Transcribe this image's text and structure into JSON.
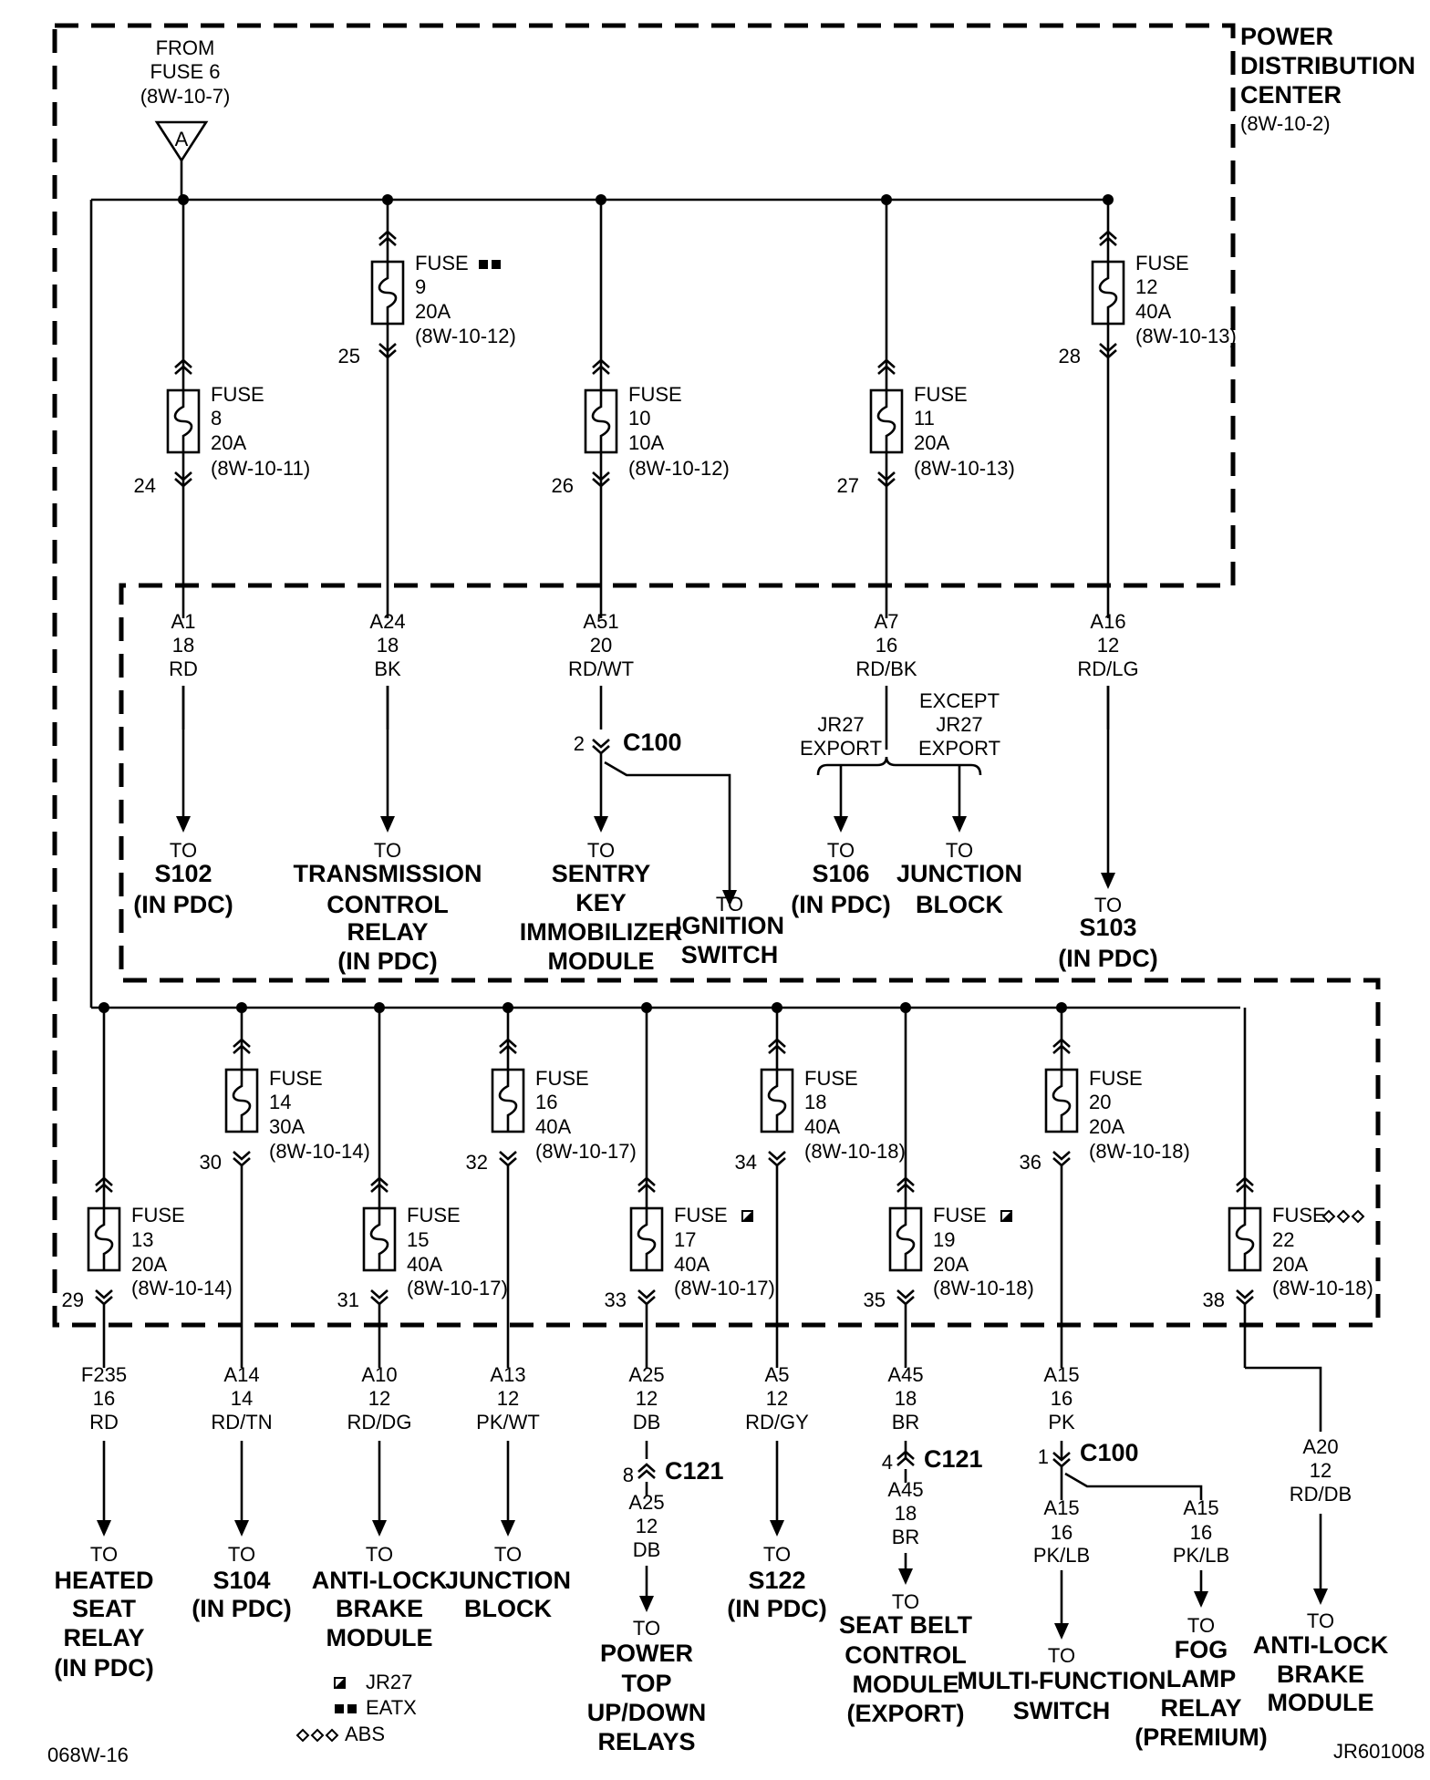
{
  "pdc": {
    "lines": [
      "POWER",
      "DISTRIBUTION",
      "CENTER"
    ],
    "ref": "(8W-10-2)"
  },
  "source": {
    "lines": [
      "FROM",
      "FUSE 6",
      "(8W-10-7)"
    ],
    "connector": "A"
  },
  "top_row": [
    {
      "id": "f8",
      "fuse": [
        "FUSE",
        "8",
        "20A",
        "(8W-10-11)"
      ],
      "pin": "24",
      "wire": [
        "A1",
        "18",
        "RD"
      ],
      "dest": {
        "small": "TO",
        "lines": [
          "S102",
          "(IN PDC)"
        ]
      }
    },
    {
      "id": "f9",
      "fuse": [
        "FUSE",
        "9",
        "20A",
        "(8W-10-12)"
      ],
      "pin": "25",
      "marker": "eatx",
      "wire": [
        "A24",
        "18",
        "BK"
      ],
      "dest": {
        "small": "TO",
        "lines": [
          "TRANSMISSION",
          "CONTROL",
          "RELAY",
          "(IN PDC)"
        ]
      }
    },
    {
      "id": "f10",
      "fuse": [
        "FUSE",
        "10",
        "10A",
        "(8W-10-12)"
      ],
      "pin": "26",
      "wire": [
        "A51",
        "20",
        "RD/WT"
      ],
      "connector": {
        "pin": "2",
        "name": "C100"
      },
      "dest": {
        "small": "TO",
        "lines": [
          "SENTRY",
          "KEY",
          "IMMOBILIZER",
          "MODULE"
        ]
      },
      "dest2": {
        "small": "TO",
        "lines": [
          "IGNITION",
          "SWITCH"
        ]
      }
    },
    {
      "id": "f11",
      "fuse": [
        "FUSE",
        "11",
        "20A",
        "(8W-10-13)"
      ],
      "pin": "27",
      "wire": [
        "A7",
        "16",
        "RD/BK"
      ],
      "split": {
        "left": [
          "JR27",
          "EXPORT"
        ],
        "right": [
          "EXCEPT",
          "JR27",
          "EXPORT"
        ]
      },
      "dest": {
        "small": "TO",
        "lines": [
          "S106",
          "(IN PDC)"
        ]
      },
      "dest2": {
        "small": "TO",
        "lines": [
          "JUNCTION",
          "BLOCK"
        ]
      }
    },
    {
      "id": "f12",
      "fuse": [
        "FUSE",
        "12",
        "40A",
        "(8W-10-13)"
      ],
      "pin": "28",
      "wire": [
        "A16",
        "12",
        "RD/LG"
      ],
      "dest": {
        "small": "TO",
        "lines": [
          "S103",
          "(IN PDC)"
        ]
      }
    }
  ],
  "bottom_row": [
    {
      "id": "f13",
      "fuse": [
        "FUSE",
        "13",
        "20A",
        "(8W-10-14)"
      ],
      "pin": "29",
      "wire": [
        "F235",
        "16",
        "RD"
      ],
      "dest": {
        "small": "TO",
        "lines": [
          "HEATED",
          "SEAT",
          "RELAY",
          "(IN PDC)"
        ]
      }
    },
    {
      "id": "f14",
      "fuse": [
        "FUSE",
        "14",
        "30A",
        "(8W-10-14)"
      ],
      "pin": "30",
      "wire": [
        "A14",
        "14",
        "RD/TN"
      ],
      "dest": {
        "small": "TO",
        "lines": [
          "S104",
          "(IN PDC)"
        ]
      }
    },
    {
      "id": "f15",
      "fuse": [
        "FUSE",
        "15",
        "40A",
        "(8W-10-17)"
      ],
      "pin": "31",
      "wire": [
        "A10",
        "12",
        "RD/DG"
      ],
      "dest": {
        "small": "TO",
        "lines": [
          "ANTI-LOCK",
          "BRAKE",
          "MODULE"
        ]
      }
    },
    {
      "id": "f16",
      "fuse": [
        "FUSE",
        "16",
        "40A",
        "(8W-10-17)"
      ],
      "pin": "32",
      "wire": [
        "A13",
        "12",
        "PK/WT"
      ],
      "dest": {
        "small": "TO",
        "lines": [
          "JUNCTION",
          "BLOCK"
        ]
      }
    },
    {
      "id": "f17",
      "fuse": [
        "FUSE",
        "17",
        "40A",
        "(8W-10-17)"
      ],
      "pin": "33",
      "marker": "jr27",
      "wire": [
        "A25",
        "12",
        "DB"
      ],
      "connector": {
        "pin": "8",
        "name": "C121"
      },
      "wire2": [
        "A25",
        "12",
        "DB"
      ],
      "dest": {
        "small": "TO",
        "lines": [
          "POWER",
          "TOP",
          "UP/DOWN",
          "RELAYS"
        ]
      }
    },
    {
      "id": "f18",
      "fuse": [
        "FUSE",
        "18",
        "40A",
        "(8W-10-18)"
      ],
      "pin": "34",
      "wire": [
        "A5",
        "12",
        "RD/GY"
      ],
      "dest": {
        "small": "TO",
        "lines": [
          "S122",
          "(IN PDC)"
        ]
      }
    },
    {
      "id": "f19",
      "fuse": [
        "FUSE",
        "19",
        "20A",
        "(8W-10-18)"
      ],
      "pin": "35",
      "marker": "jr27",
      "wire": [
        "A45",
        "18",
        "BR"
      ],
      "connector": {
        "pin": "4",
        "name": "C121"
      },
      "wire2": [
        "A45",
        "18",
        "BR"
      ],
      "dest": {
        "small": "TO",
        "lines": [
          "SEAT BELT",
          "CONTROL",
          "MODULE",
          "(EXPORT)"
        ]
      }
    },
    {
      "id": "f20",
      "fuse": [
        "FUSE",
        "20",
        "20A",
        "(8W-10-18)"
      ],
      "pin": "36",
      "wire": [
        "A15",
        "16",
        "PK"
      ],
      "connector": {
        "pin": "1",
        "name": "C100"
      },
      "wire2": [
        "A15",
        "16",
        "PK/LB"
      ],
      "wire3": [
        "A15",
        "16",
        "PK/LB"
      ],
      "dest": {
        "small": "TO",
        "lines": [
          "MULTI-FUNCTION",
          "SWITCH"
        ]
      },
      "dest2": {
        "small": "TO",
        "lines": [
          "FOG",
          "LAMP",
          "RELAY",
          "(PREMIUM)"
        ]
      }
    },
    {
      "id": "f22",
      "fuse": [
        "FUSE",
        "22",
        "20A",
        "(8W-10-18)"
      ],
      "pin": "38",
      "marker": "abs",
      "wire": [
        "A20",
        "12",
        "RD/DB"
      ],
      "dest": {
        "small": "TO",
        "lines": [
          "ANTI-LOCK",
          "BRAKE",
          "MODULE"
        ]
      }
    }
  ],
  "legend": [
    {
      "symbol": "jr27",
      "label": "JR27"
    },
    {
      "symbol": "eatx",
      "label": "EATX"
    },
    {
      "symbol": "abs",
      "label": "ABS"
    }
  ],
  "footer": {
    "left": "068W-16",
    "right": "JR601008"
  }
}
